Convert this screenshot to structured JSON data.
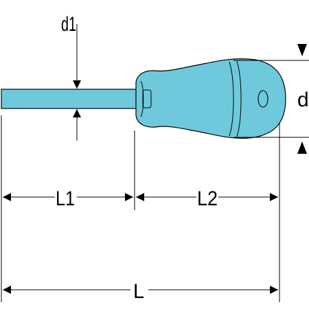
{
  "labels": {
    "d1": "d1",
    "d": "d",
    "L1": "L1",
    "L2": "L2",
    "L": "L"
  },
  "colors": {
    "tool_fill": "#6ec9dc",
    "line": "#000000",
    "background": "#ffffff"
  }
}
